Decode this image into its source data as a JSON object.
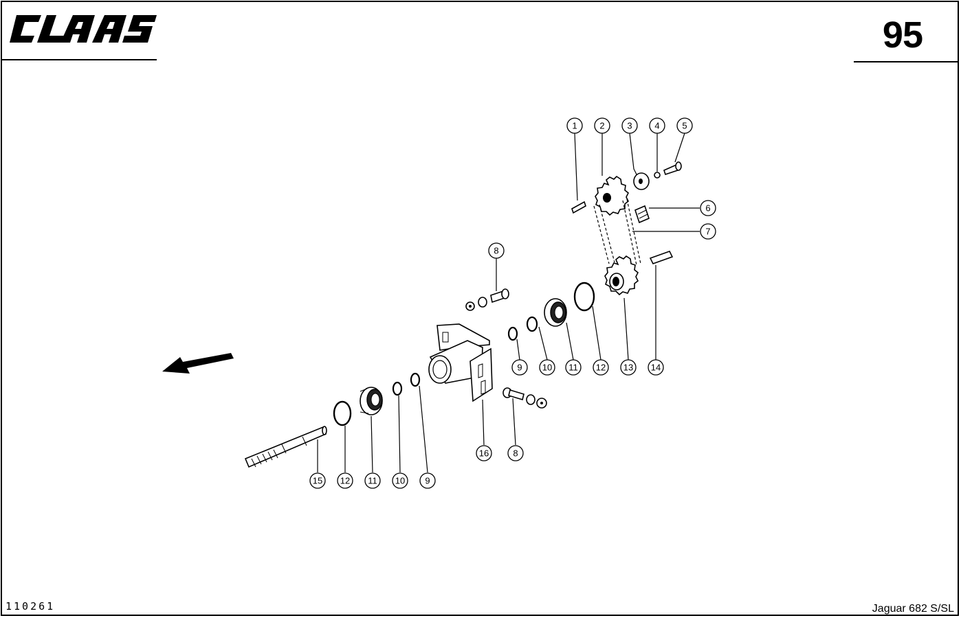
{
  "header": {
    "brand": "CLAAS",
    "page_number": "95"
  },
  "footer": {
    "drawing_number": "110261",
    "model": "Jaguar 682 S/SL"
  },
  "callouts": [
    "1",
    "2",
    "3",
    "4",
    "5",
    "6",
    "7",
    "8",
    "9",
    "10",
    "11",
    "12",
    "13",
    "14",
    "15",
    "16"
  ],
  "icons": {
    "direction_arrow": "arrow-left-icon",
    "logo": "claas-logo"
  }
}
